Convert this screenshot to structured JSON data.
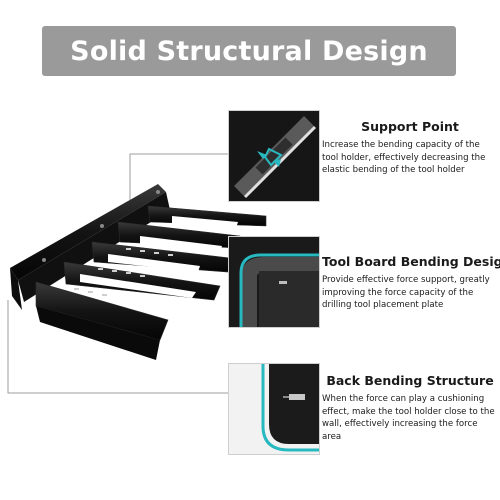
{
  "banner": {
    "title": "Solid Structural Design"
  },
  "features": [
    {
      "icon": "reinforcement-arrows-icon",
      "title": "Support Point",
      "description": "Increase the bending capacity of the tool holder, effectively decreasing the elastic bending of the tool holder"
    },
    {
      "icon": "bent-edge-highlight-icon",
      "title": "Tool Board Bending Design",
      "description": "Provide effective force support, greatly improving the force capacity of the drilling tool placement plate"
    },
    {
      "icon": "back-bend-bolt-icon",
      "title": "Back Bending Structure",
      "description": "When the force can play a cushioning effect, make the tool holder close to the wall, effectively increasing the force area"
    }
  ],
  "colors": {
    "banner": "#9a9a9a",
    "accent": "#27b8c0",
    "steel": "#151515",
    "callout_line": "#9e9e9e"
  }
}
